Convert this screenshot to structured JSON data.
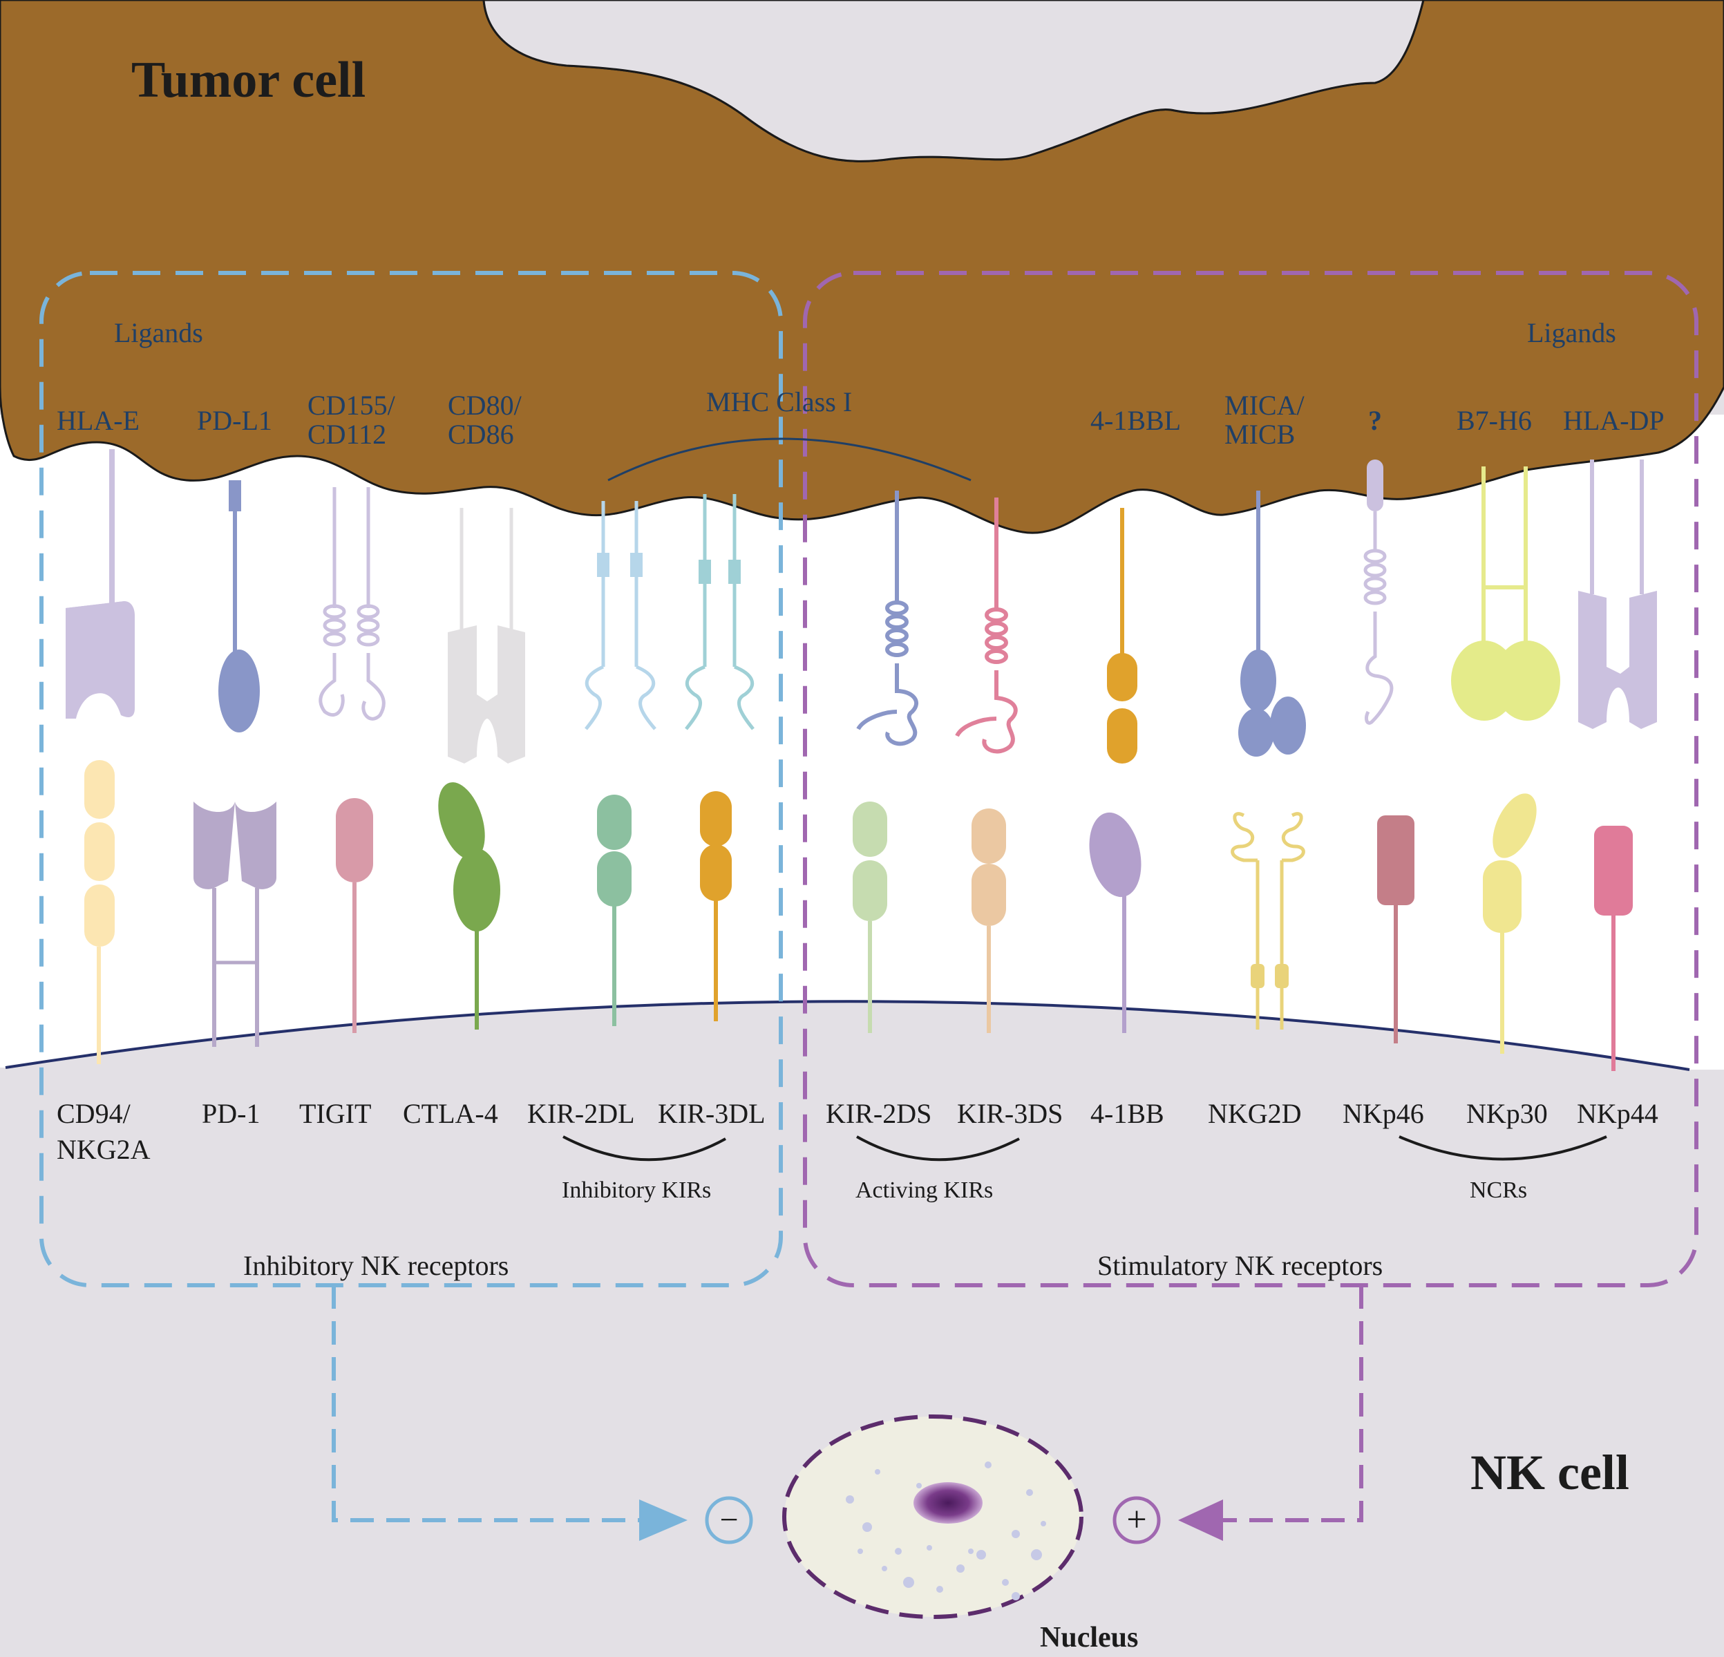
{
  "tumor_cell_label": "Tumor cell",
  "nk_cell_label": "NK cell",
  "nucleus_label": "Nucleus",
  "minus_symbol": "−",
  "plus_symbol": "+",
  "inhibitory": {
    "ligands_heading": "Ligands",
    "box_label": "Inhibitory NK receptors",
    "group_label": "Inhibitory KIRs",
    "ligands": [
      "HLA-E",
      "PD-L1",
      "CD155/",
      "CD112",
      "CD80/",
      "CD86"
    ],
    "receptors": [
      "CD94/",
      "NKG2A",
      "PD-1",
      "TIGIT",
      "CTLA-4",
      "KIR-2DL",
      "KIR-3DL"
    ]
  },
  "stimulatory": {
    "ligands_heading": "Ligands",
    "box_label": "Stimulatory NK receptors",
    "group_label_kirs": "Activing KIRs",
    "group_label_ncrs": "NCRs",
    "ligands": [
      "4-1BBL",
      "MICA/",
      "MICB",
      "?",
      "B7-H6",
      "HLA-DP"
    ],
    "receptors": [
      "KIR-2DS",
      "KIR-3DS",
      "4-1BB",
      "NKG2D",
      "NKp46",
      "NKp30",
      "NKp44"
    ]
  },
  "shared_ligand": "MHC Class I",
  "colors": {
    "tumor": "#9c6a2a",
    "nk_cytoplasm": "#e3e0e5",
    "inhibitory_box": "#7ab4da",
    "stimulatory_box": "#a067b0",
    "nucleus_border": "#5c2c6c",
    "nucleolus": "#6b2d79"
  }
}
